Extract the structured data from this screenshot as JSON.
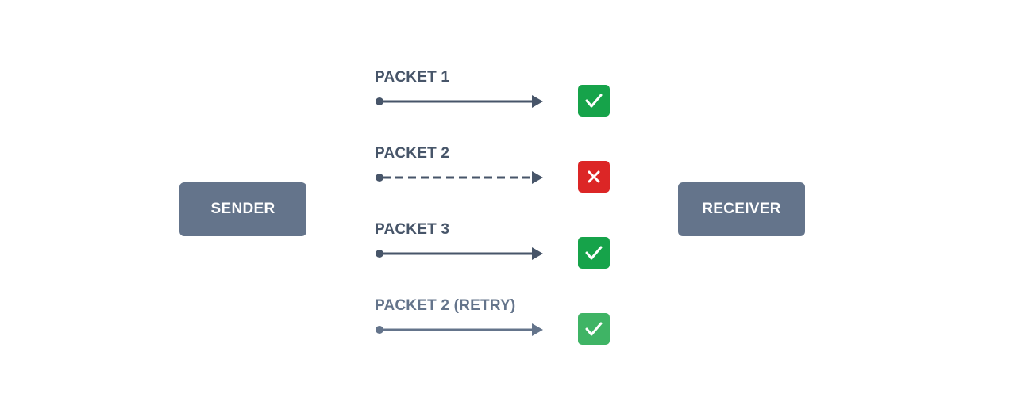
{
  "sender": {
    "label": "SENDER"
  },
  "receiver": {
    "label": "RECEIVER"
  },
  "packets": [
    {
      "label": "PACKET 1",
      "line_style": "solid",
      "status": "success",
      "status_icon": "check-icon",
      "status_color": "#16a34a",
      "arrow_color": "#475569"
    },
    {
      "label": "PACKET 2",
      "line_style": "dashed",
      "status": "failed",
      "status_icon": "x-icon",
      "status_color": "#dc2626",
      "arrow_color": "#475569"
    },
    {
      "label": "PACKET 3",
      "line_style": "solid",
      "status": "success",
      "status_icon": "check-icon",
      "status_color": "#16a34a",
      "arrow_color": "#475569"
    },
    {
      "label": "PACKET 2 (RETRY)",
      "line_style": "solid",
      "status": "success",
      "status_icon": "check-icon",
      "status_color": "#3fb465",
      "arrow_color": "#64748b"
    }
  ],
  "colors": {
    "node_fill": "#64748b",
    "node_text": "#ffffff",
    "label_text": "#475569"
  }
}
